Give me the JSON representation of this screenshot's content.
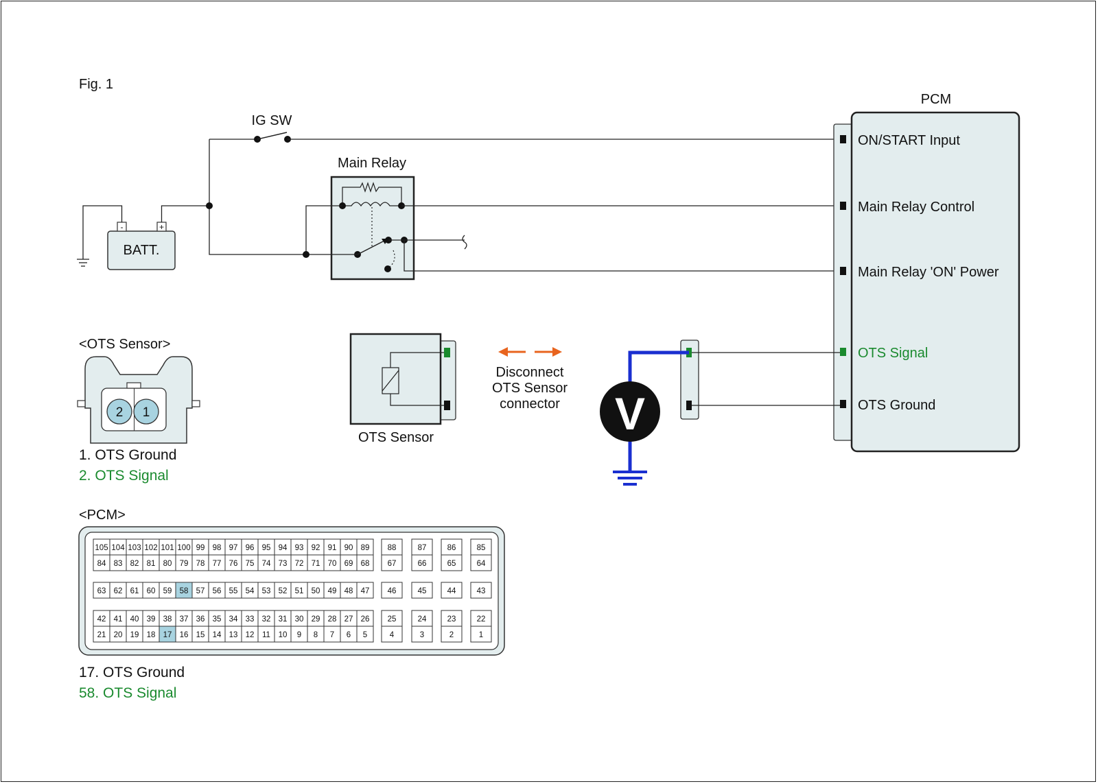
{
  "figure": {
    "label": "Fig. 1"
  },
  "circuit": {
    "ig_sw": "IG SW",
    "main_relay": "Main Relay",
    "battery": {
      "label": "BATT.",
      "neg": "-",
      "pos": "+"
    },
    "pcm_title": "PCM",
    "pcm_terminals": [
      {
        "label": "ON/START Input",
        "color": "#111111"
      },
      {
        "label": "Main Relay Control",
        "color": "#111111"
      },
      {
        "label": "Main Relay 'ON' Power",
        "color": "#111111"
      },
      {
        "label": "OTS Signal",
        "color": "#1a8a2e"
      },
      {
        "label": "OTS Ground",
        "color": "#111111"
      }
    ],
    "sensor_label": "OTS Sensor",
    "instruction": [
      "Disconnect",
      "OTS Sensor",
      "connector"
    ],
    "voltmeter": "V"
  },
  "ots_connector": {
    "title": "<OTS Sensor>",
    "pins": [
      "2",
      "1"
    ],
    "legend": [
      {
        "text": "1. OTS Ground",
        "color": "#111111"
      },
      {
        "text": "2. OTS Signal",
        "color": "#1a8a2e"
      }
    ]
  },
  "pcm_connector": {
    "title": "<PCM>",
    "highlighted": [
      "17",
      "58"
    ],
    "highlight_color": "#a8d3e0",
    "left_rows": [
      [
        "105",
        "104",
        "103",
        "102",
        "101",
        "100",
        "99",
        "98",
        "97",
        "96",
        "95",
        "94",
        "93",
        "92",
        "91",
        "90",
        "89"
      ],
      [
        "84",
        "83",
        "82",
        "81",
        "80",
        "79",
        "78",
        "77",
        "76",
        "75",
        "74",
        "73",
        "72",
        "71",
        "70",
        "69",
        "68"
      ],
      [
        "63",
        "62",
        "61",
        "60",
        "59",
        "58",
        "57",
        "56",
        "55",
        "54",
        "53",
        "52",
        "51",
        "50",
        "49",
        "48",
        "47"
      ],
      [
        "42",
        "41",
        "40",
        "39",
        "38",
        "37",
        "36",
        "35",
        "34",
        "33",
        "32",
        "31",
        "30",
        "29",
        "28",
        "27",
        "26"
      ],
      [
        "21",
        "20",
        "19",
        "18",
        "17",
        "16",
        "15",
        "14",
        "13",
        "12",
        "11",
        "10",
        "9",
        "8",
        "7",
        "6",
        "5"
      ]
    ],
    "right_rows": [
      [
        "88",
        "87",
        "86",
        "85"
      ],
      [
        "67",
        "66",
        "65",
        "64"
      ],
      [
        "46",
        "45",
        "44",
        "43"
      ],
      [
        "25",
        "24",
        "23",
        "22"
      ],
      [
        "4",
        "3",
        "2",
        "1"
      ]
    ],
    "legend": [
      {
        "text": "17. OTS Ground",
        "color": "#111111"
      },
      {
        "text": "58. OTS Signal",
        "color": "#1a8a2e"
      }
    ]
  }
}
